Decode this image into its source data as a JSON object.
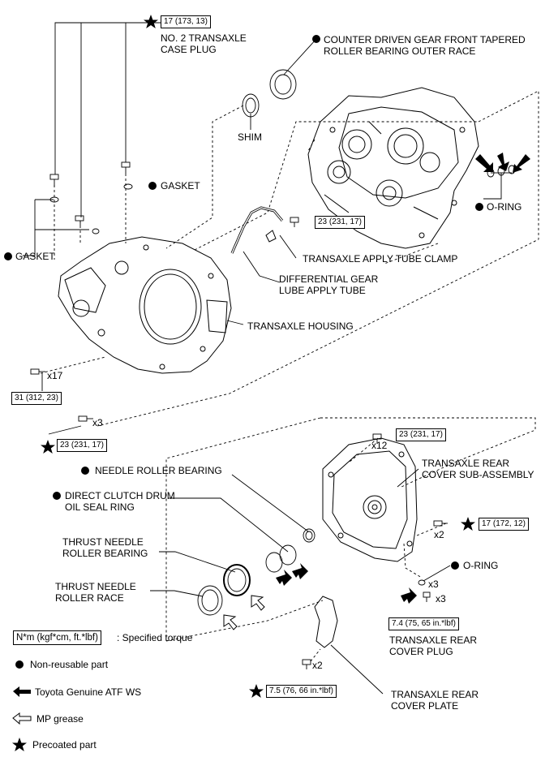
{
  "labels": {
    "case_plug": "NO. 2 TRANSAXLE\nCASE PLUG",
    "outer_race": "COUNTER DRIVEN GEAR FRONT TAPERED\nROLLER BEARING OUTER RACE",
    "shim": "SHIM",
    "gasket_right": "GASKET",
    "o_ring_top": "O-RING",
    "gasket_left": "GASKET",
    "tube_clamp": "TRANSAXLE APPLY TUBE CLAMP",
    "diff_tube": "DIFFERENTIAL GEAR\nLUBE APPLY TUBE",
    "housing": "TRANSAXLE HOUSING",
    "needle_bearing": "NEEDLE ROLLER BEARING",
    "seal_ring": "DIRECT CLUTCH DRUM\nOIL SEAL RING",
    "thrust_bearing": "THRUST NEEDLE\nROLLER BEARING",
    "thrust_race": "THRUST NEEDLE\nROLLER RACE",
    "rear_cover": "TRANSAXLE REAR\nCOVER SUB-ASSEMBLY",
    "o_ring_bottom": "O-RING",
    "cover_plug": "TRANSAXLE REAR\nCOVER PLUG",
    "cover_plate": "TRANSAXLE REAR\nCOVER PLATE"
  },
  "torques": {
    "t1": "17 (173, 13)",
    "t2": "23 (231, 17)",
    "t3": "31 (312, 23)",
    "t4": "23 (231, 17)",
    "t5": "23 (231, 17)",
    "t6": "17 (172, 12)",
    "t7": "7.4 (75, 65 in.*lbf)",
    "t8": "7.5 (76, 66 in.*lbf)"
  },
  "quantities": {
    "q17": "x17",
    "q3a": "x3",
    "q12": "x12",
    "q2a": "x2",
    "q3b": "x3",
    "q3c": "x3",
    "q2b": "x2"
  },
  "legend": {
    "torque_box": "N*m (kgf*cm, ft.*lbf)",
    "torque_text": ": Specified torque",
    "non_reusable": "Non-reusable part",
    "atf": "Toyota Genuine ATF WS",
    "grease": "MP grease",
    "precoated": "Precoated part"
  },
  "colors": {
    "ink": "#000000",
    "paper": "#ffffff"
  }
}
